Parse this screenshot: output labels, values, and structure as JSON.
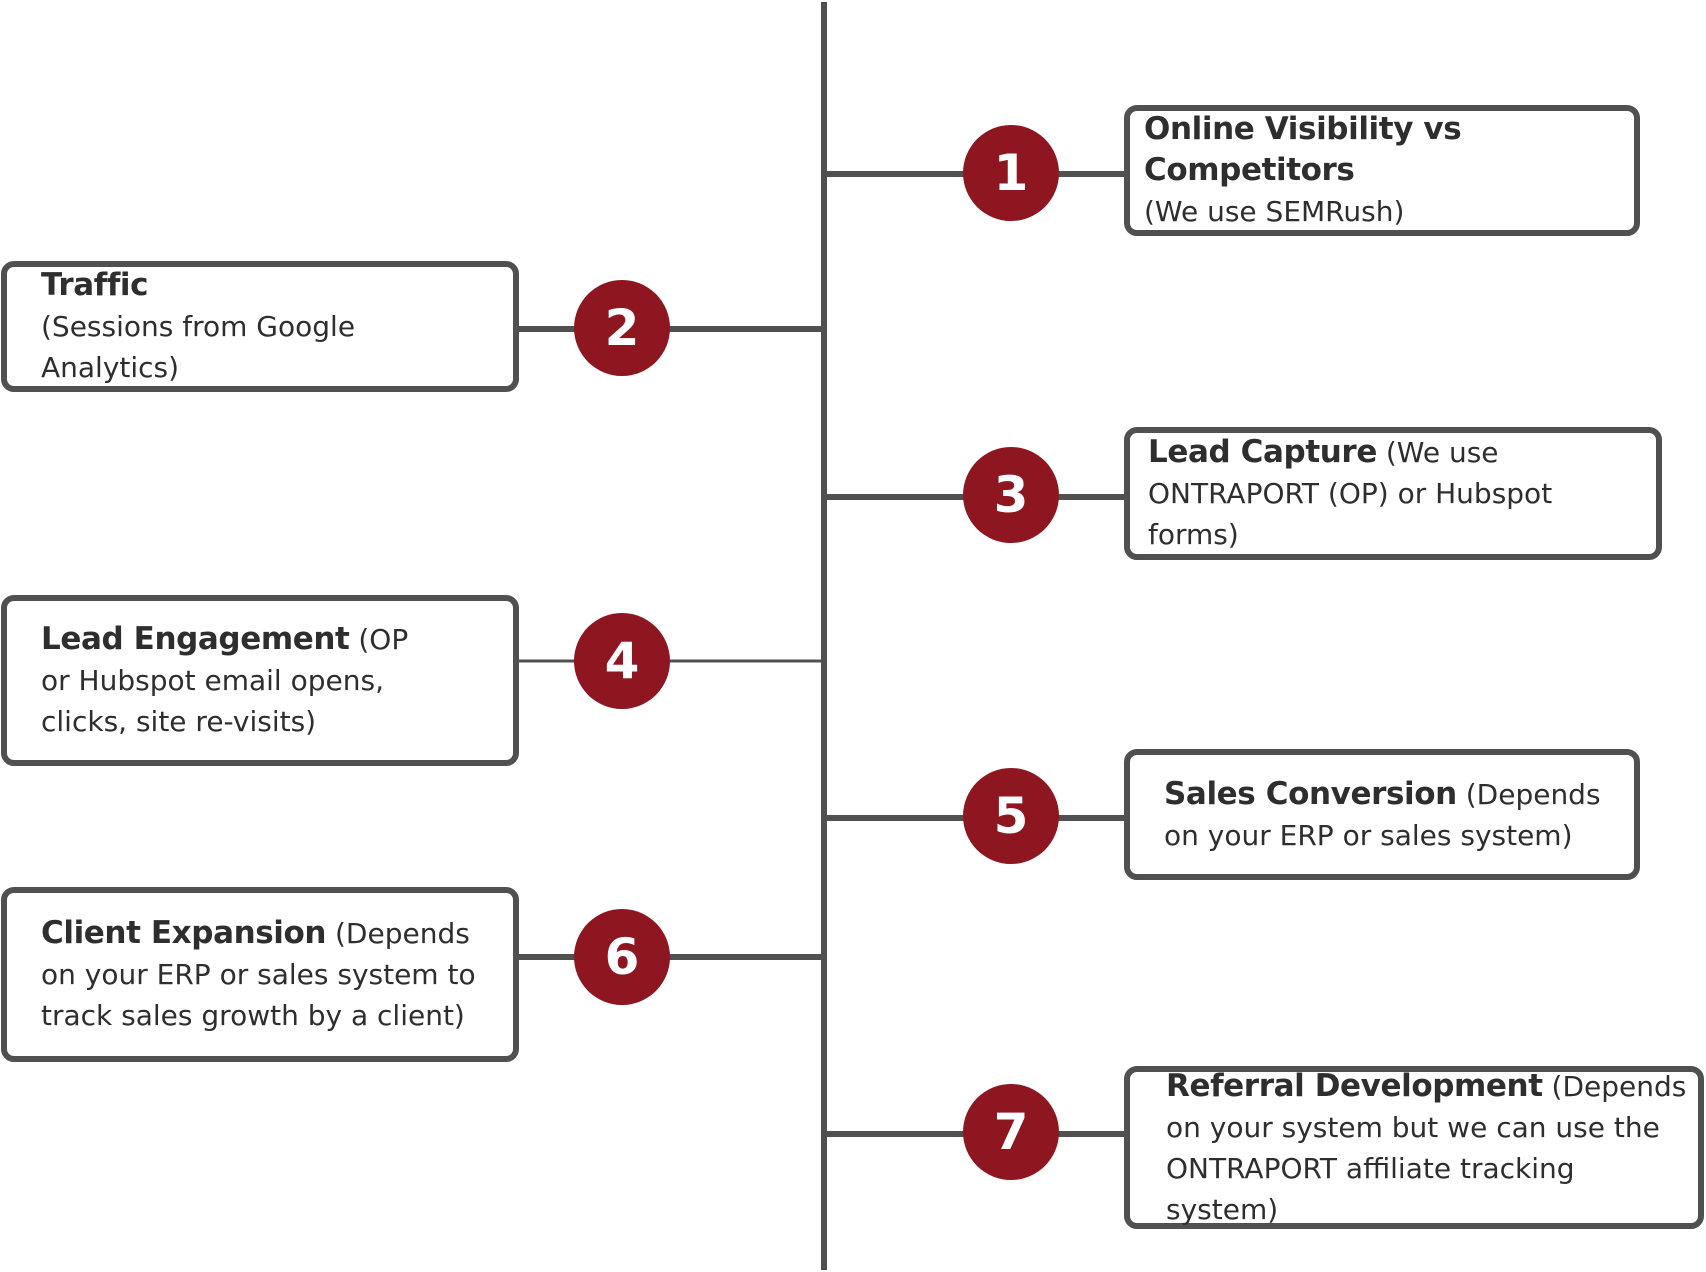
{
  "colors": {
    "line": "#505050",
    "badge": "#8e1620",
    "badge_text": "#ffffff",
    "card_border": "#505050",
    "text": "#2e2e2e"
  },
  "steps": [
    {
      "number": "1",
      "title": "Online Visibility vs Competitors",
      "detail": "(We use SEMRush)"
    },
    {
      "number": "2",
      "title": "Traffic",
      "detail": "(Sessions from Google Analytics)"
    },
    {
      "number": "3",
      "title": "Lead Capture",
      "detail": " (We use ONTRAPORT (OP) or Hubspot forms)"
    },
    {
      "number": "4",
      "title": "Lead Engagement",
      "detail": " (OP or Hubspot email opens, clicks, site re-visits)"
    },
    {
      "number": "5",
      "title": "Sales Conversion",
      "detail": " (Depends on your ERP or sales system)"
    },
    {
      "number": "6",
      "title": "Client Expansion",
      "detail": " (Depends on your ERP or sales system to track sales growth by a client)"
    },
    {
      "number": "7",
      "title": "Referral Development",
      "detail": " (Depends on your system but we can use the ONTRAPORT affiliate tracking system)"
    }
  ]
}
